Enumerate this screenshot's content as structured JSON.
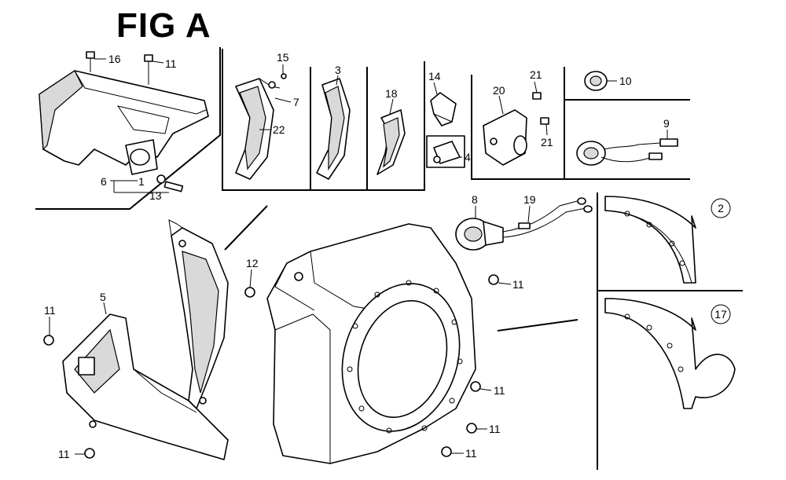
{
  "figure": {
    "title": "FIG A"
  },
  "callouts": {
    "c16": "16",
    "c11a": "11",
    "c6": "6",
    "c1": "1",
    "c13": "13",
    "c15": "15",
    "c7": "7",
    "c22": "22",
    "c3": "3",
    "c18": "18",
    "c14": "14",
    "c4": "4",
    "c20": "20",
    "c21a": "21",
    "c21b": "21",
    "c10": "10",
    "c9": "9",
    "c8": "8",
    "c19": "19",
    "c12": "12",
    "c11b": "11",
    "c5": "5",
    "c11c": "11",
    "c11d": "11",
    "c11e": "11",
    "c11f": "11",
    "c11g": "11",
    "c2": "2",
    "c17": "17"
  }
}
